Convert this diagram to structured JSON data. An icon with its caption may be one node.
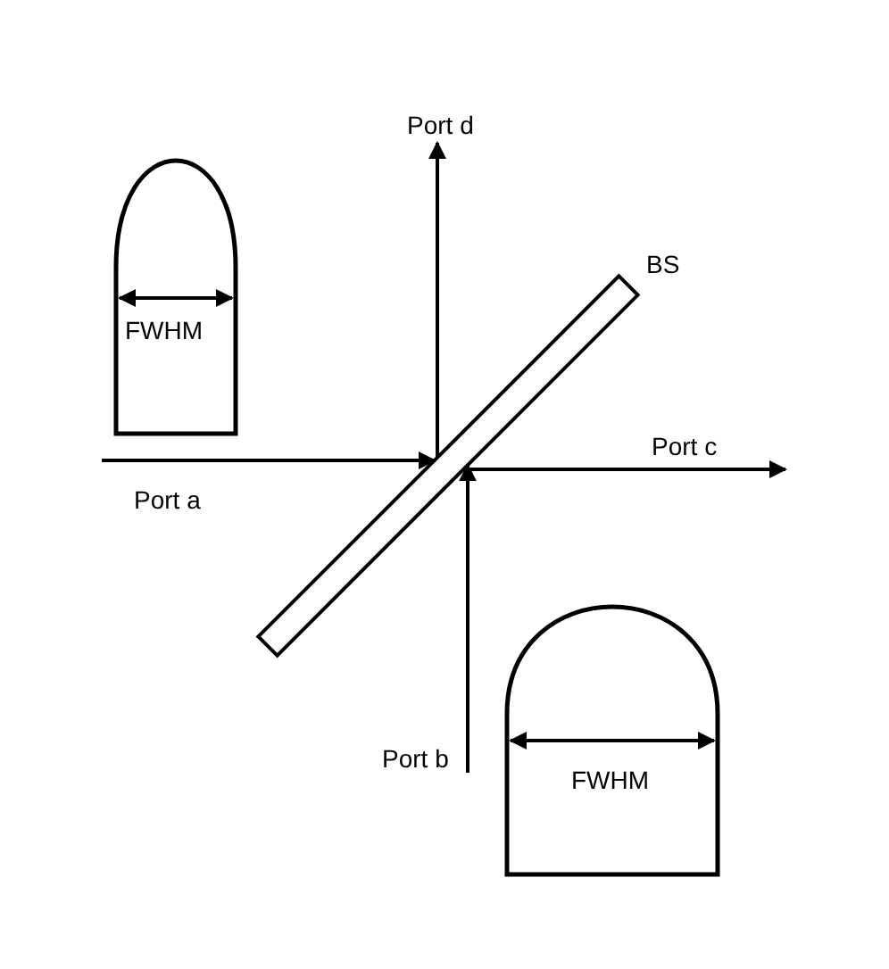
{
  "diagram": {
    "nodes": [
      {
        "text": [
          "Port d"
        ]
      },
      {
        "text": [
          "BS"
        ]
      },
      {
        "text": [
          "Port c"
        ]
      },
      {
        "text": [
          "Port a"
        ]
      },
      {
        "text": [
          "Port b"
        ]
      }
    ],
    "edges": [
      {
        "from": 3,
        "to": 1,
        "arrow": "to"
      },
      {
        "from": 4,
        "to": 1,
        "arrow": "to"
      },
      {
        "from": 1,
        "to": 2,
        "arrow": "to"
      },
      {
        "from": 1,
        "to": 0,
        "arrow": "to"
      }
    ],
    "labels": [
      "FWHM",
      "FWHM"
    ]
  }
}
